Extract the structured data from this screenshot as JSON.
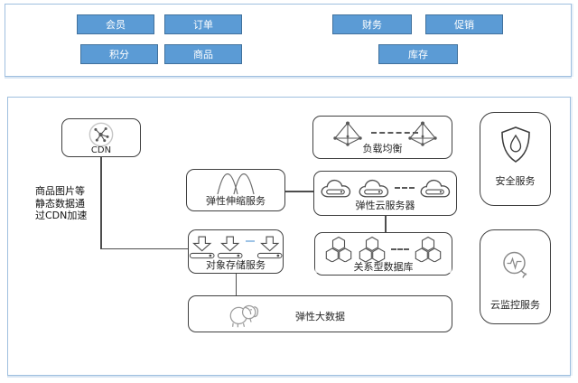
{
  "top_panel": {
    "buttons": [
      {
        "id": "member",
        "label": "会员"
      },
      {
        "id": "order",
        "label": "订单"
      },
      {
        "id": "finance",
        "label": "财务"
      },
      {
        "id": "promotion",
        "label": "促销"
      },
      {
        "id": "points",
        "label": "积分"
      },
      {
        "id": "product",
        "label": "商品"
      },
      {
        "id": "inventory",
        "label": "库存"
      }
    ],
    "button_color": "#5b9bd5",
    "button_border": "#41719c"
  },
  "diagram": {
    "annotation_lines": [
      "商品图片等",
      "静态数据通",
      "过CDN加速"
    ],
    "nodes": {
      "cdn": {
        "label": "CDN",
        "icon": "cdn-network-icon"
      },
      "load_balancer": {
        "label": "负载均衡",
        "icon": "pyramid-node-icon"
      },
      "elastic_scaling": {
        "label": "弹性伸缩服务",
        "icon": "wave-icon"
      },
      "elastic_cloud_server": {
        "label": "弹性云服务器",
        "icon": "cloud-server-icon"
      },
      "object_storage": {
        "label": "对象存储服务",
        "icon": "download-arrow-icon"
      },
      "relational_database": {
        "label": "关系型数据库",
        "icon": "hexagon-cluster-icon"
      },
      "elastic_big_data": {
        "label": "弹性大数据",
        "icon": "elephant-icon"
      },
      "security_service": {
        "label": "安全服务",
        "icon": "shield-drop-icon"
      },
      "cloud_monitor": {
        "label": "云监控服务",
        "icon": "pulse-monitor-icon"
      }
    },
    "colors": {
      "box_border": "#404040",
      "panel_border": "#9fbfdf",
      "connector": "#4d4d4d",
      "accent_dash": "#9dc3e6"
    }
  }
}
